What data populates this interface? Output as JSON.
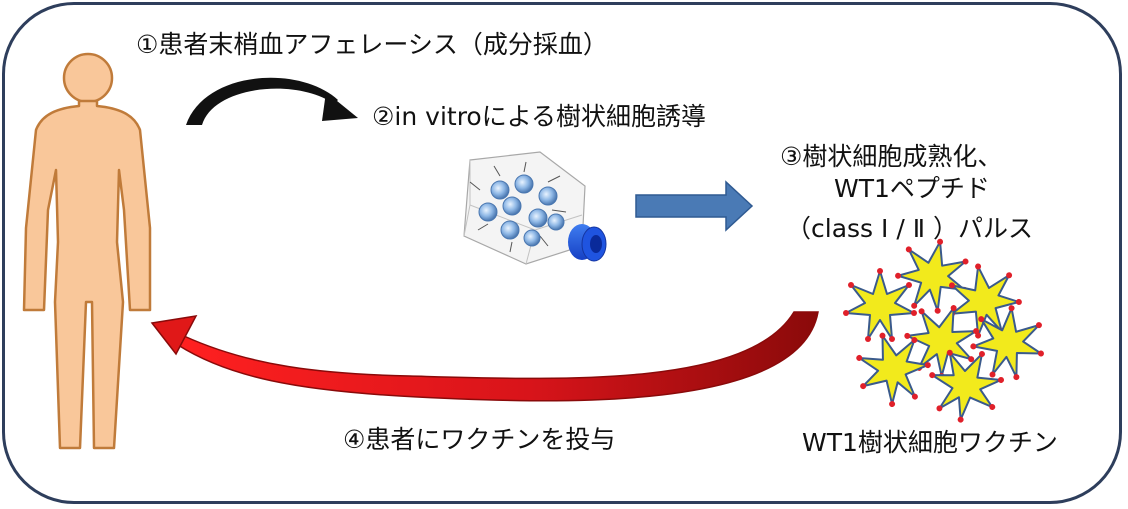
{
  "steps": {
    "step1": "①患者末梢血アフェレーシス（成分採血）",
    "step2": "②in vitroによる樹状細胞誘導",
    "step3_line1": "③樹状細胞成熟化、",
    "step3_line2": "WT1ペプチド",
    "step3_line3": "（class Ⅰ / Ⅱ ）パルス",
    "step4": "④患者にワクチンを投与"
  },
  "vaccine_label": "WT1樹状細胞ワクチン",
  "icons": {
    "patient": "person-icon",
    "culture": "culture-flask-icon",
    "dendritic_cells": "dendritic-cell-icon"
  },
  "colors": {
    "frame": "#2e3e5c",
    "patient_fill": "#f9c79a",
    "patient_stroke": "#c07b3a",
    "arrow_black": "#111111",
    "arrow_blue": "#4a7ab5",
    "arrow_red": "#d41a1a",
    "cell_fill": "#f2ea1c",
    "cell_dot": "#e0202a",
    "cell_stroke": "#3a5a8c"
  }
}
